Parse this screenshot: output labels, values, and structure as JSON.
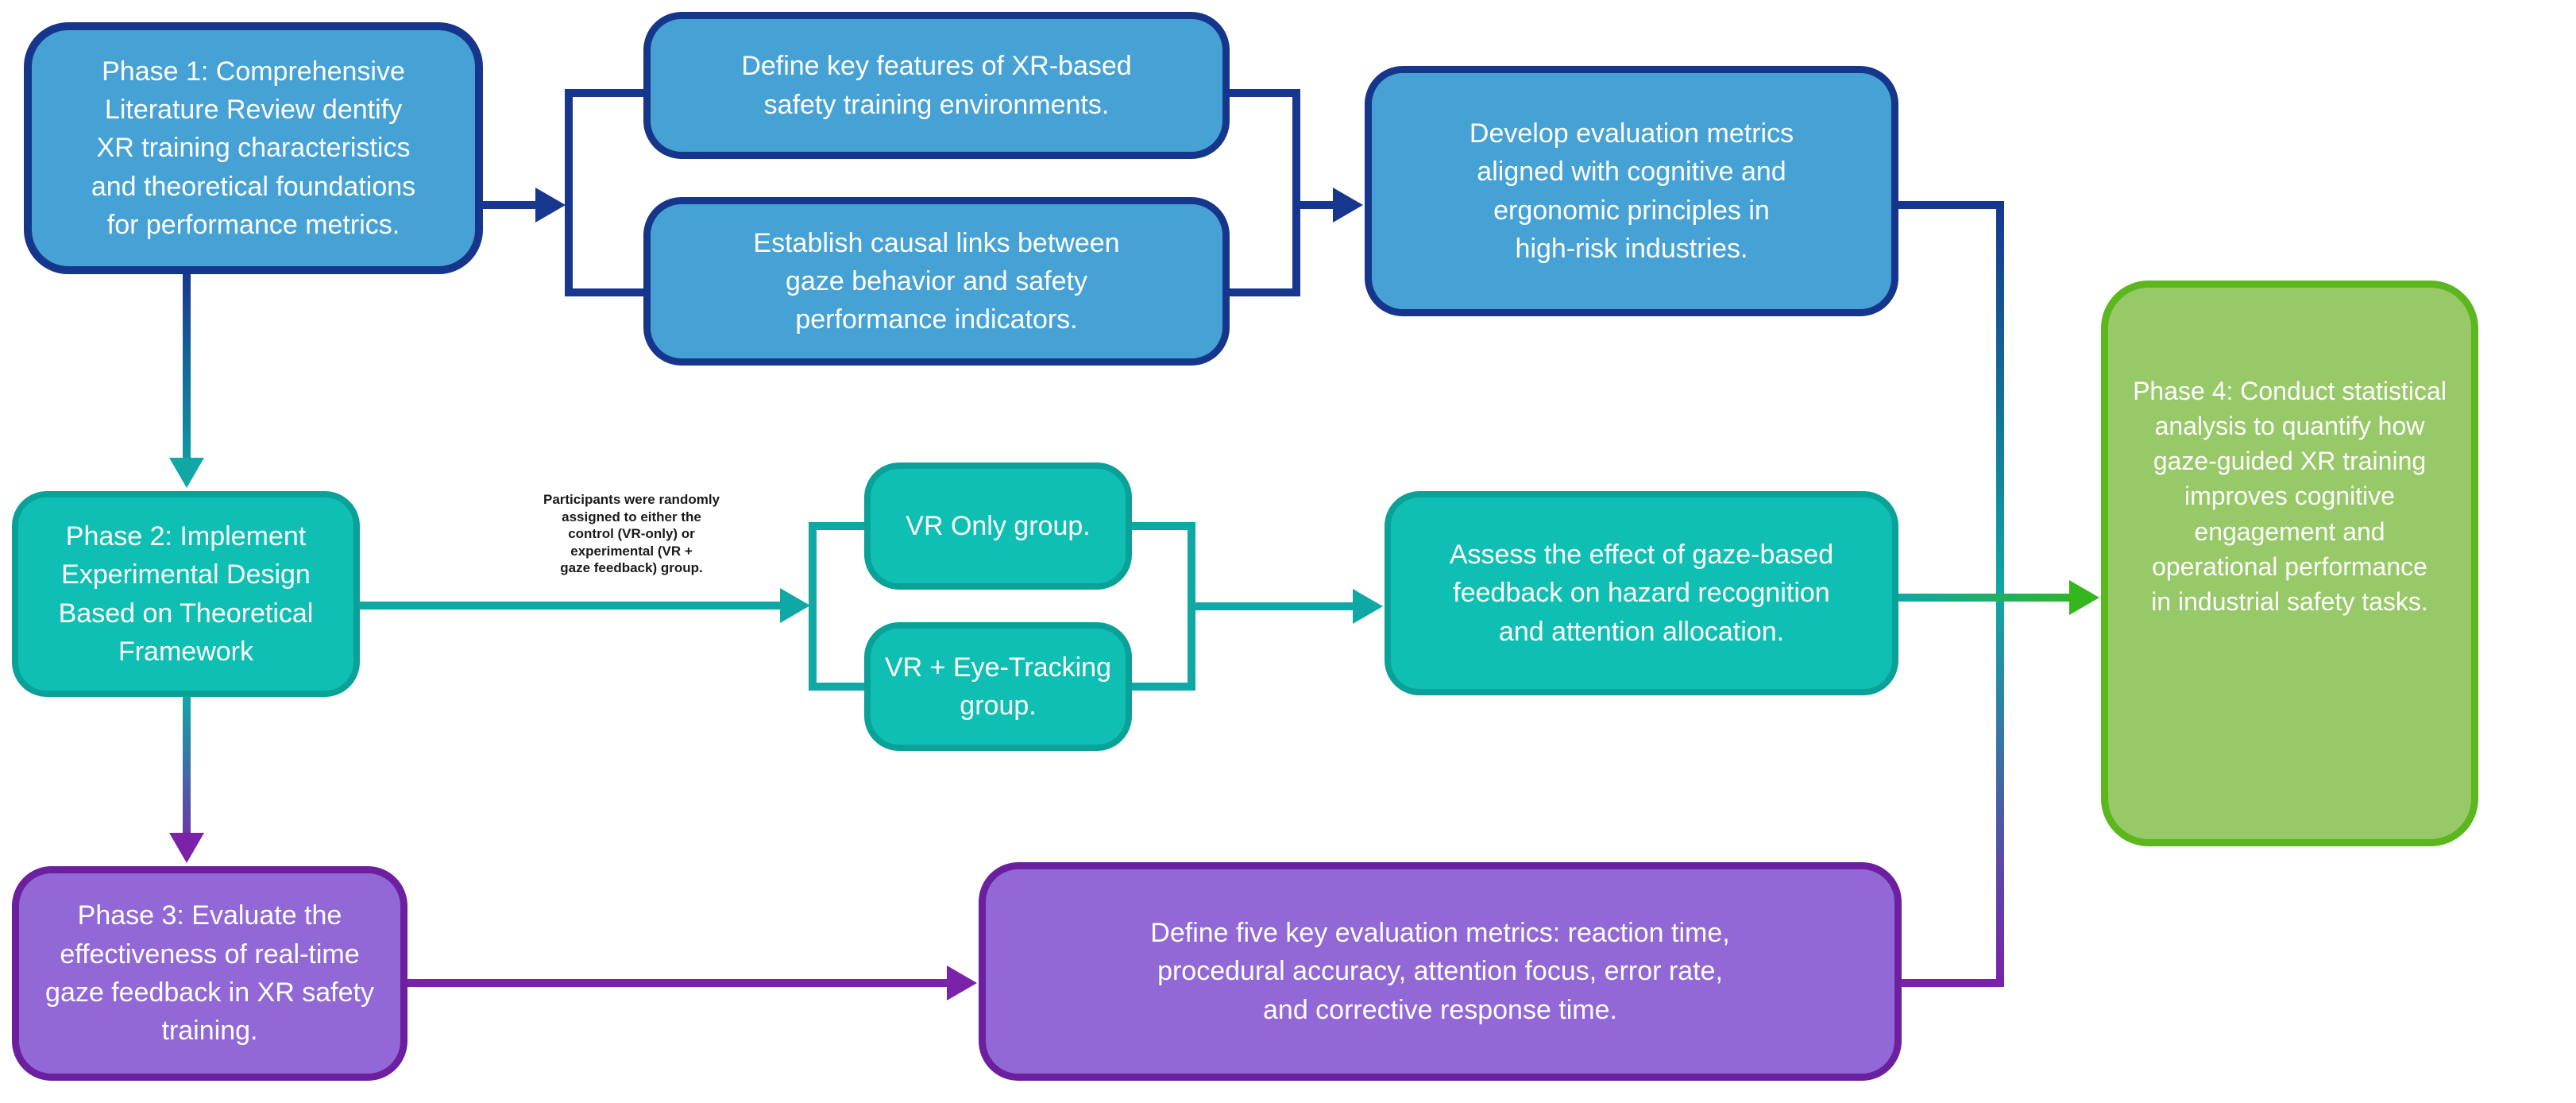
{
  "figure": {
    "type": "flowchart",
    "background": "#ffffff"
  },
  "nodes": {
    "phase1": {
      "text": "Phase 1: Comprehensive\nLiterature Review dentify\nXR training characteristics\nand theoretical foundations\nfor performance metrics.",
      "fill": "#46A2D5",
      "border": "#16368C"
    },
    "define_features": {
      "text": "Define key features of XR-based\nsafety training environments.",
      "fill": "#46A2D5",
      "border": "#16368C"
    },
    "establish_links": {
      "text": "Establish causal links between\ngaze behavior and safety\nperformance indicators.",
      "fill": "#46A2D5",
      "border": "#16368C"
    },
    "develop_metrics": {
      "text": "Develop evaluation metrics\naligned with cognitive and\nergonomic principles in\nhigh-risk industries.",
      "fill": "#46A2D5",
      "border": "#16368C"
    },
    "phase2": {
      "text": "Phase 2: Implement\nExperimental Design\nBased on Theoretical\nFramework",
      "fill": "#0FBFB3",
      "border": "#0AA298"
    },
    "vr_only": {
      "text": "VR Only group.",
      "fill": "#0FBFB3",
      "border": "#0AA298"
    },
    "vr_eye_tracking": {
      "text": "VR + Eye-Tracking\ngroup.",
      "fill": "#0FBFB3",
      "border": "#0AA298"
    },
    "assess_effect": {
      "text": "Assess the effect of gaze-based\nfeedback on hazard recognition\nand attention allocation.",
      "fill": "#0FBFB3",
      "border": "#0AA298"
    },
    "phase3": {
      "text": "Phase 3: Evaluate the\neffectiveness of real-time\ngaze feedback in XR safety\ntraining.",
      "fill": "#9168D6",
      "border": "#6C1F9E"
    },
    "define_five": {
      "text": "Define five key evaluation metrics: reaction time,\nprocedural accuracy, attention focus, error rate,\nand corrective response time.",
      "fill": "#9168D6",
      "border": "#6C1F9E"
    },
    "phase4": {
      "text": "Phase 4: Conduct statistical\nanalysis to quantify how\ngaze-guided XR training\nimproves cognitive\nengagement and\noperational performance\nin industrial safety tasks.",
      "fill": "#97C968",
      "border": "#5CB61E"
    }
  },
  "annotation": {
    "text": "Participants were randomly\nassigned to either the\ncontrol (VR-only) or\nexperimental (VR +\ngaze feedback) group."
  },
  "connector_colors": {
    "blue": "#17378F",
    "teal": "#0FA8A4",
    "purple": "#7A22A8",
    "green": "#34B71E"
  }
}
